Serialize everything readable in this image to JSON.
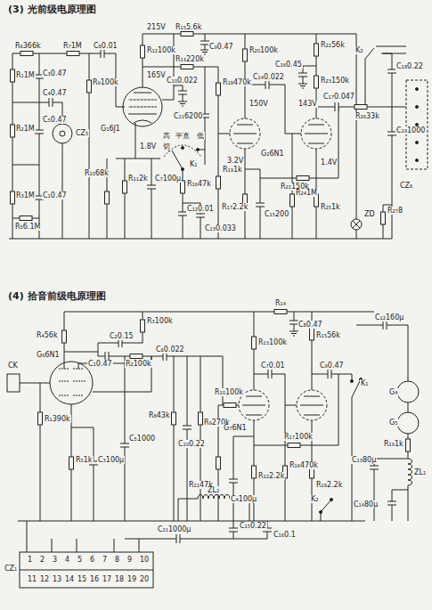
{
  "diagram": {
    "labels": [
      "(3) 光前级电原理图",
      "R₆366k",
      "R₇1M",
      "C₈0.01",
      "R₁1M",
      "C₃0.47",
      "C₄0.47",
      "R₂1M",
      "C₅0.47",
      "R₃1M",
      "C₁0.47",
      "R₅6.1M",
      "CZ₅",
      "R₉100k",
      "G₁6J1",
      "165V",
      "R₁₂100k",
      "215V",
      "R₁₅5.6k",
      "C₉0.47",
      "C₁₀0.022",
      "R₁₃220k",
      "C₁₁6200",
      "R₁₈470k",
      "R₁₀68k",
      "R₁₁2k",
      "C₇100μ",
      "1.8V",
      "高",
      "平直",
      "低",
      "切",
      "K₁",
      "R₁₆47k",
      "C₁₂0.01",
      "C₁₃0.033",
      "R₁₉1k",
      "G₂6N1",
      "150V",
      "R₂₀100k",
      "C₁₄0.022",
      "3.2V",
      "R₂₁150k",
      "R₁₇2.2k",
      "C₁₅200",
      "R₂₂56k",
      "C₁₆0.45",
      "R₂₃150k",
      "143V",
      "C₁₇0.047",
      "1.4V",
      "R₂₄1M",
      "R₂₅1k",
      "C₁₈0.22",
      "R₂₆33k",
      "C₁₉1000",
      "CZ₆",
      "K₂",
      "ZD",
      "R₂₇8",
      "(4) 拾音前级电原理图",
      "C₁0.47",
      "C₂0.15",
      "R₄56k",
      "R₂100k",
      "C₆0.022",
      "CK",
      "G₆6N1",
      "R₁390k",
      "R₃100k",
      "R₅1k",
      "C₃100μ",
      "C₅1000",
      "R₈43k",
      "C₁₀0.22",
      "R₉270k",
      "R₁₀100k",
      "G₇6N1",
      "R₁₃100k",
      "C₇0.01",
      "R₁₄",
      "C₈0.47",
      "R₁₅56k",
      "C₉0.47",
      "R₁₁47k",
      "C₄100μ",
      "R₁₂2.2k",
      "R₁₆470k",
      "R₁₇100k",
      "R₁₈2.2k",
      "K₁",
      "C₁₂160μ",
      "G₄",
      "G₅",
      "R₁₉1k",
      "C₁₃80μ",
      "ZL₁",
      "C₁₄80μ",
      "K₂",
      "ZL₂",
      "C₁₅0.22",
      "C₁₆0.1",
      "C₁₁1000μ",
      "CZ₁",
      "1",
      "2",
      "3",
      "4",
      "5",
      "6",
      "7",
      "8",
      "9",
      "10",
      "11",
      "12",
      "13",
      "14",
      "15",
      "16",
      "17",
      "18",
      "19",
      "20"
    ]
  }
}
